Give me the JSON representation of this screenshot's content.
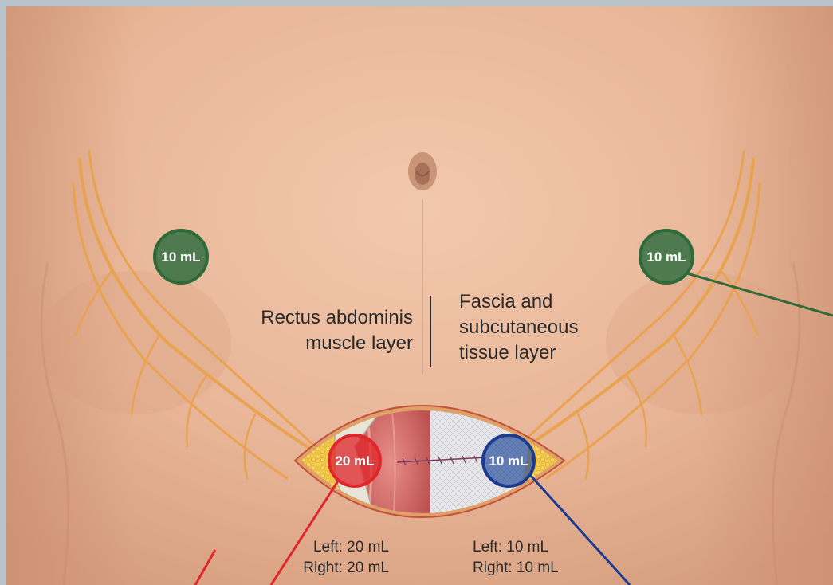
{
  "labels": {
    "rectus_line1": "Rectus abdominis",
    "rectus_line2": "muscle layer",
    "fascia_line1": "Fascia and",
    "fascia_line2": "subcutaneous",
    "fascia_line3": "tissue layer"
  },
  "badges": {
    "left_flank": "10 mL",
    "right_flank": "10 mL",
    "rectus": "20 mL",
    "fascia": "10 mL"
  },
  "dose_totals": {
    "rectus_left": "Left: 20 mL",
    "rectus_right": "Right: 20 mL",
    "fascia_left": "Left: 10 mL",
    "fascia_right": "Right: 10 mL"
  },
  "colors": {
    "flank_injection": "#4f7a50",
    "rectus_injection": "#e0262b",
    "fascia_injection": "#1c3b8e",
    "skin": "#e7b597",
    "nerve": "#e9a350",
    "frame": "#b9c3c9"
  }
}
